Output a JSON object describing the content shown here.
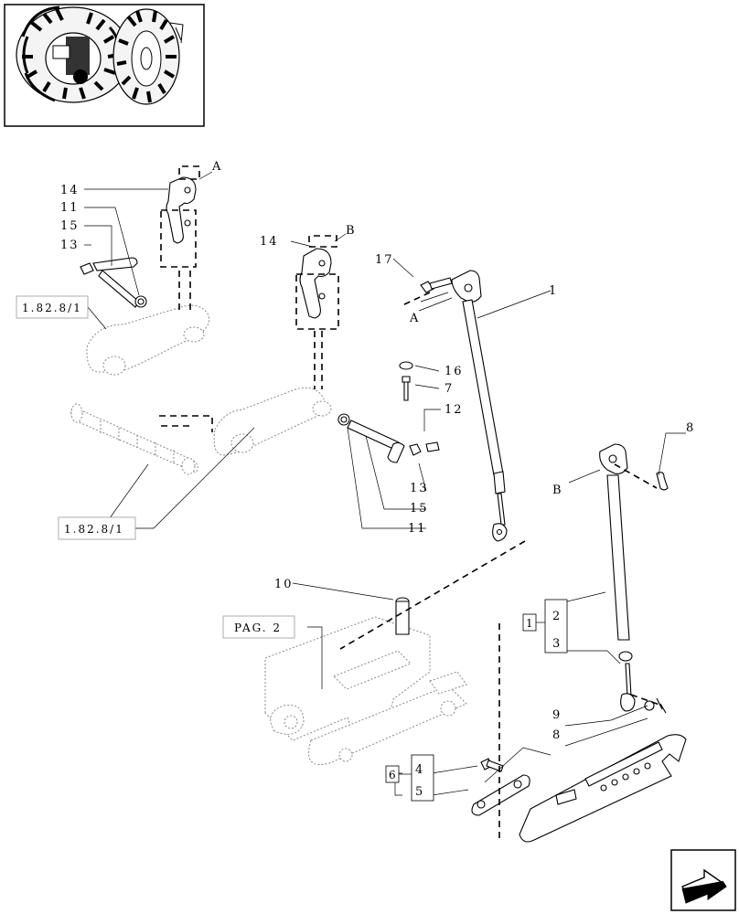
{
  "refs": {
    "ref_1828_top": "1.82.8/1",
    "ref_1828_bottom": "1.82.8/1",
    "ref_pag2": "PAG. 2",
    "group_1": "1",
    "group_6": "6"
  },
  "callouts": {
    "c14a": "14",
    "c11a": "11",
    "c15a": "15",
    "c13a": "13",
    "c14b": "14",
    "c17": "17",
    "c1": "1",
    "c16": "16",
    "c7": "7",
    "c12": "12",
    "c13b": "13",
    "c15b": "15",
    "c11b": "11",
    "c8a": "8",
    "c10": "10",
    "c2": "2",
    "c3": "3",
    "c9": "9",
    "c8b": "8",
    "c4": "4",
    "c5": "5"
  },
  "markers": {
    "ma1": "A",
    "ma2": "A",
    "mb1": "B",
    "mb2": "B"
  },
  "icons": {
    "thumbnail": "tractor-rear-thumbnail",
    "nav": "next-page-arrow-icon"
  }
}
